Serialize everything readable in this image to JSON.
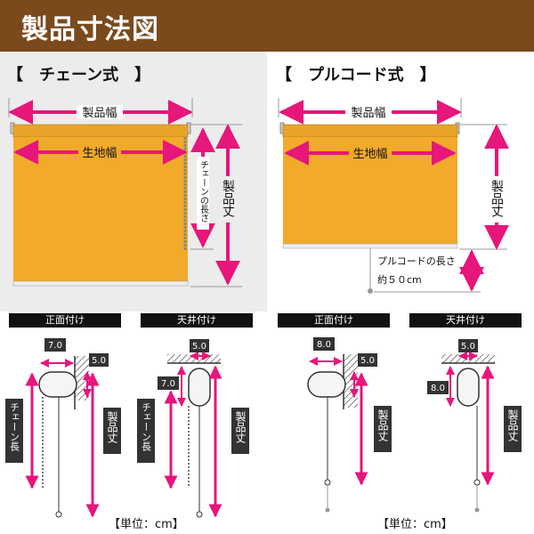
{
  "header": {
    "title": "製品寸法図"
  },
  "colors": {
    "header_bg": "#7a4a1c",
    "blind": "#f2aa2a",
    "arrow": "#e6167b",
    "frame": "#8c8c8c"
  },
  "sections": {
    "chain": {
      "title": "【　チェーン式　】",
      "product_width": "製品幅",
      "fabric_width": "生地幅",
      "chain_length": "チェーンの長さ",
      "product_height": "製品丈"
    },
    "pull": {
      "title": "【　プルコード式　】",
      "product_width": "製品幅",
      "fabric_width": "生地幅",
      "product_height": "製品丈",
      "cord_length": "プルコードの長さ",
      "cord_length_value": "約５０cm"
    }
  },
  "details": {
    "chain_front": {
      "heading": "正面付け",
      "dim1": "7.0",
      "dim2": "5.0",
      "chain_label": "チェーン長",
      "height_label": "製品丈"
    },
    "chain_ceiling": {
      "heading": "天井付け",
      "dim1": "5.0",
      "dim2": "7.0",
      "chain_label": "チェーン長",
      "height_label": "製品丈"
    },
    "pull_front": {
      "heading": "正面付け",
      "dim1": "8.0",
      "dim2": "5.0",
      "height_label": "製品丈"
    },
    "pull_ceiling": {
      "heading": "天井付け",
      "dim1": "5.0",
      "dim2": "8.0",
      "height_label": "製品丈"
    }
  },
  "units": {
    "left": "【単位：cm】",
    "right": "【単位：cm】"
  }
}
